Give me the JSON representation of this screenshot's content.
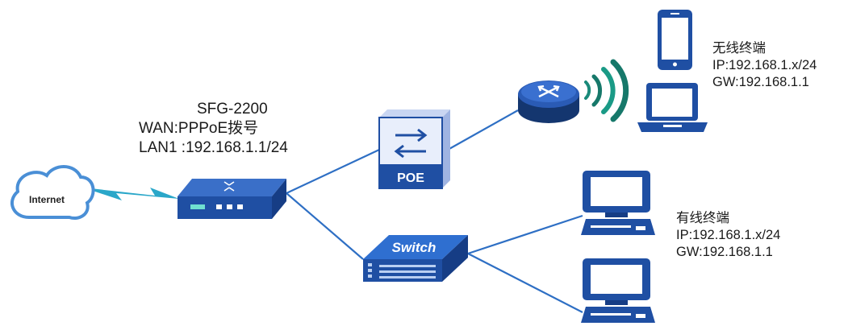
{
  "gateway": {
    "model": "SFG-2200",
    "wan": "WAN:PPPoE拨号",
    "lan": "LAN1 :192.168.1.1/24"
  },
  "internet": {
    "label": "Internet"
  },
  "poe": {
    "label": "POE"
  },
  "switch": {
    "label": "Switch"
  },
  "wireless_terminal": {
    "title": "无线终端",
    "ip": "IP:192.168.1.x/24",
    "gw": "GW:192.168.1.1"
  },
  "wired_terminal": {
    "title": "有线终端",
    "ip": "IP:192.168.1.x/24",
    "gw": "GW:192.168.1.1"
  },
  "colors": {
    "device_blue": "#1f4fa3",
    "device_dark": "#163d85",
    "cloud_blue": "#4a8fd6",
    "wifi_teal": "#1a8a7a",
    "line_blue": "#2e6fc4",
    "poe_light": "#e8eefb"
  }
}
